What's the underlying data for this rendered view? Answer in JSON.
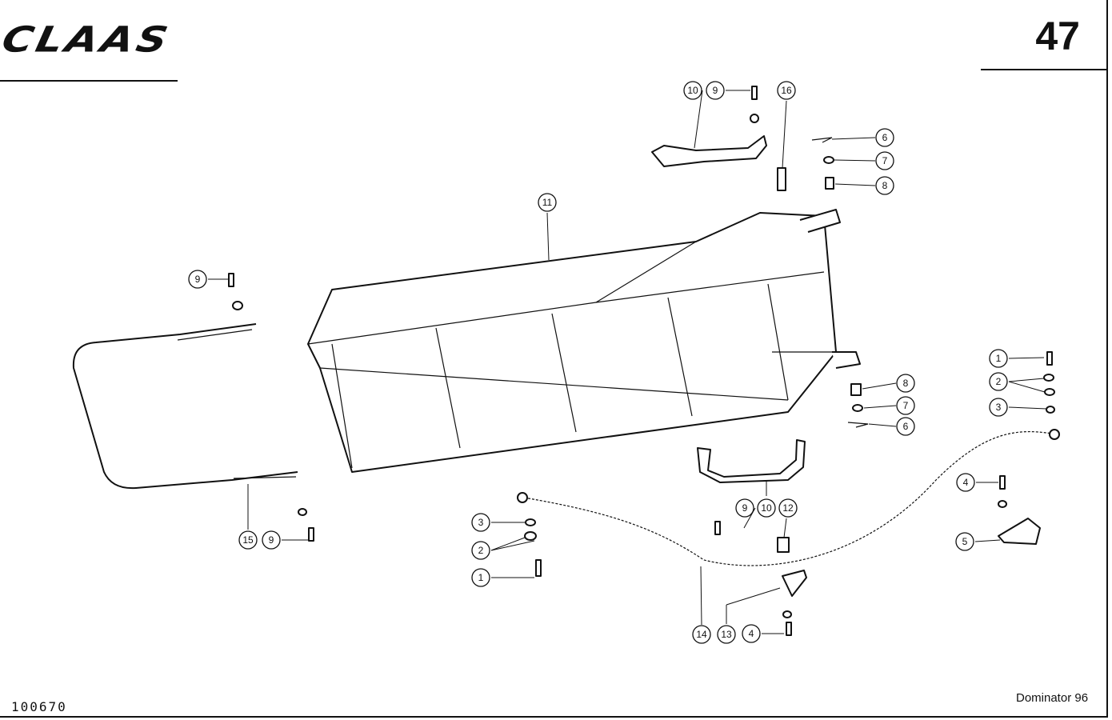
{
  "header": {
    "brand": "CLAAS",
    "page_number": "47"
  },
  "footer": {
    "doc_id": "100670",
    "model": "Dominator 96"
  },
  "callouts": {
    "c1": "1",
    "c2": "2",
    "c3": "3",
    "c4": "4",
    "c5": "5",
    "c6": "6",
    "c7": "7",
    "c8": "8",
    "c9": "9",
    "c10": "10",
    "c11": "11",
    "c12": "12",
    "c13": "13",
    "c14": "14",
    "c15": "15",
    "c16": "16"
  },
  "colors": {
    "ink": "#111111",
    "paper": "#ffffff"
  }
}
